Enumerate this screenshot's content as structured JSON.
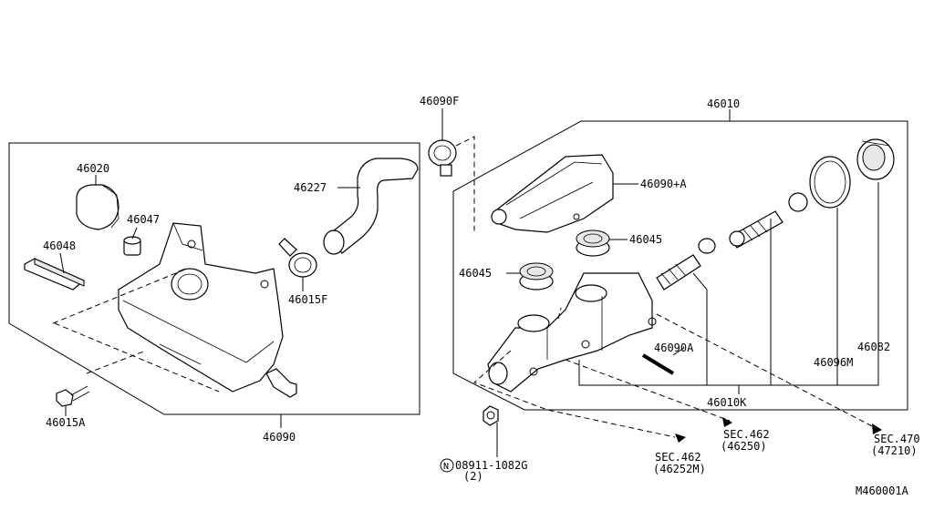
{
  "labels": {
    "p46090F": "46090F",
    "p46010": "46010",
    "p46020": "46020",
    "p46227": "46227",
    "p46047": "46047",
    "p46048": "46048",
    "p46090A_cap": "46090+A",
    "p46045_top": "46045",
    "p46045_left": "46045",
    "p46015F": "46015F",
    "p46090A": "46090A",
    "p46082": "46082",
    "p46096M": "46096M",
    "p46010K": "46010K",
    "p46015A": "46015A",
    "p46090": "46090",
    "sec462a_line1": "SEC.462",
    "sec462a_line2": "(46250)",
    "sec470_line1": "SEC.470",
    "sec470_line2": "(47210)",
    "nut_line1": "08911-1082G",
    "nut_line2": "(2)",
    "nut_symbol": "N",
    "sec462b_line1": "SEC.462",
    "sec462b_line2": "(46252M)",
    "diagram_code": "M460001A"
  }
}
